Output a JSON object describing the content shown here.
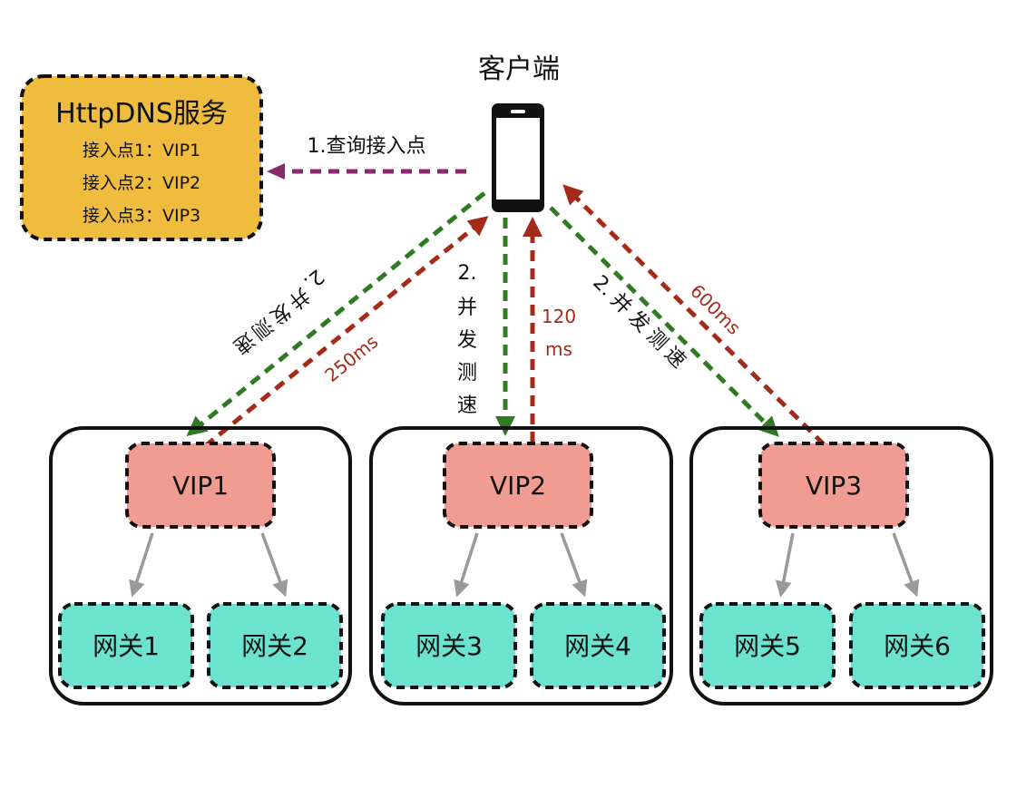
{
  "colors": {
    "httpdns_fill": "#f0bc3e",
    "vip_fill": "#f19c92",
    "gateway_fill": "#6be3cf",
    "query_arrow": "#8b2a6a",
    "probe_arrow": "#2f7a22",
    "response_arrow": "#a52a1a",
    "internal_arrow": "#999999"
  },
  "client": {
    "label": "客户端"
  },
  "httpdns": {
    "title": "HttpDNS服务",
    "entries": [
      "接入点1：VIP1",
      "接入点2：VIP2",
      "接入点3：VIP3"
    ]
  },
  "query": {
    "label": "1.查询接入点"
  },
  "probe": {
    "label_prefix": "2.",
    "label_chars": [
      "并",
      "发",
      "测",
      "速"
    ]
  },
  "latency": {
    "vip1": "250ms",
    "vip2_line1": "120",
    "vip2_line2": "ms",
    "vip3": "600ms"
  },
  "clusters": [
    {
      "vip": "VIP1",
      "gateways": [
        "网关1",
        "网关2"
      ]
    },
    {
      "vip": "VIP2",
      "gateways": [
        "网关3",
        "网关4"
      ]
    },
    {
      "vip": "VIP3",
      "gateways": [
        "网关5",
        "网关6"
      ]
    }
  ]
}
